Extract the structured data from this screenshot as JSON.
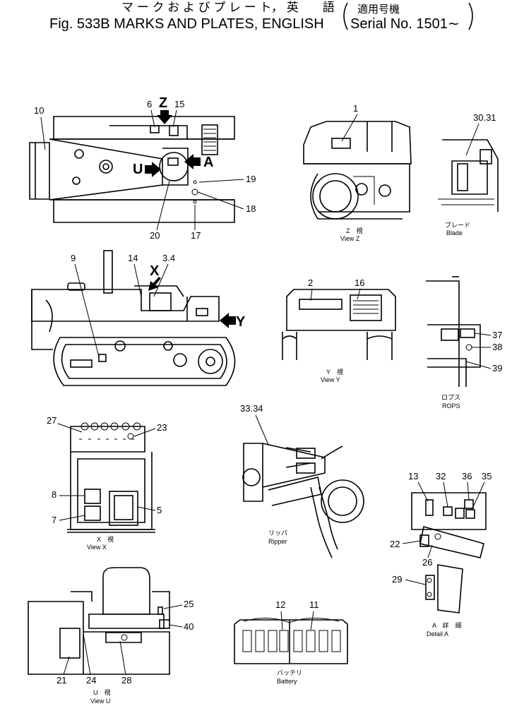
{
  "header": {
    "title_jp": "マ ー ク お よ び プ レ ー ト， 英　　語",
    "title_en": "Fig. 533B MARKS AND PLATES, ENGLISH",
    "serial_jp": "適用号機",
    "serial_en": "Serial No. 1501∼"
  },
  "views": {
    "top_plan": {
      "letters": {
        "z": "Z",
        "u": "U",
        "a": "A"
      },
      "labels": {
        "n10": "10",
        "n6": "6",
        "n15": "15",
        "n19": "19",
        "n18": "18",
        "n20": "20",
        "n17": "17"
      }
    },
    "view_z": {
      "caption_jp": "Z　視",
      "caption_en": "View Z",
      "labels": {
        "n1": "1"
      }
    },
    "blade": {
      "caption_jp": "ブレード",
      "caption_en": "Blade",
      "labels": {
        "n3031": "30.31"
      }
    },
    "side": {
      "letters": {
        "x": "X",
        "y": "Y"
      },
      "labels": {
        "n9": "9",
        "n14": "14",
        "n34": "3.4"
      }
    },
    "view_y": {
      "caption_jp": "Y　視",
      "caption_en": "View Y",
      "labels": {
        "n2": "2",
        "n16": "16"
      }
    },
    "rops": {
      "caption_jp": "ロプス",
      "caption_en": "ROPS",
      "labels": {
        "n37": "37",
        "n38": "38",
        "n39": "39"
      }
    },
    "view_x": {
      "caption_jp": "X　視",
      "caption_en": "View X",
      "labels": {
        "n27": "27",
        "n23": "23",
        "n8": "8",
        "n7": "7",
        "n5": "5"
      }
    },
    "ripper": {
      "caption_jp": "リッパ",
      "caption_en": "Ripper",
      "labels": {
        "n3334": "33.34"
      }
    },
    "detail_a": {
      "caption_jp": "A　詳　細",
      "caption_en": "Detail A",
      "labels": {
        "n13": "13",
        "n32": "32",
        "n36": "36",
        "n35": "35",
        "n22": "22",
        "n26": "26",
        "n29": "29"
      }
    },
    "view_u": {
      "caption_jp": "U　視",
      "caption_en": "View U",
      "labels": {
        "n25": "25",
        "n40": "40",
        "n21": "21",
        "n24": "24",
        "n28": "28"
      }
    },
    "battery": {
      "caption_jp": "バッテリ",
      "caption_en": "Battery",
      "labels": {
        "n12": "12",
        "n11": "11"
      }
    }
  }
}
